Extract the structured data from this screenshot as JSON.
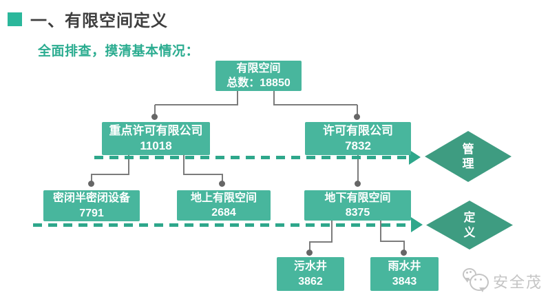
{
  "header": {
    "title": "一、有限空间定义",
    "subtitle": "全面排查，摸清基本情况："
  },
  "nodes": {
    "root": {
      "line1": "有限空间",
      "line2": "总数：18850"
    },
    "key_permit": {
      "line1": "重点许可有限公司",
      "line2": "11018"
    },
    "permit": {
      "line1": "许可有限公司",
      "line2": "7832"
    },
    "enclosed": {
      "line1": "密闭半密闭设备",
      "line2": "7791"
    },
    "above_ground": {
      "line1": "地上有限空间",
      "line2": "2684"
    },
    "underground": {
      "line1": "地下有限空间",
      "line2": "8375"
    },
    "sewage_well": {
      "line1": "污水井",
      "line2": "3862"
    },
    "rain_well": {
      "line1": "雨水井",
      "line2": "3843"
    }
  },
  "hierarchy": [
    {
      "parent": "root",
      "children": [
        "key_permit",
        "permit"
      ]
    },
    {
      "parent": "key_permit",
      "children": [
        "enclosed",
        "above_ground"
      ]
    },
    {
      "parent": "permit",
      "children": [
        "underground"
      ]
    },
    {
      "parent": "underground",
      "children": [
        "sewage_well",
        "rain_well"
      ]
    }
  ],
  "diamonds": {
    "management": {
      "label": "管理"
    },
    "definition": {
      "label": "定义"
    }
  },
  "watermark": {
    "text": "安全茂"
  },
  "colors": {
    "box": "#48B69D",
    "diamond": "#3E9C81",
    "dash": "#2EA78B",
    "accent": "#2BB79B",
    "subtitle": "#2BAC90",
    "title": "#3E3E3E",
    "line": "#7B7B7B",
    "dot": "#666666",
    "watermark": "#C4C4C4"
  }
}
